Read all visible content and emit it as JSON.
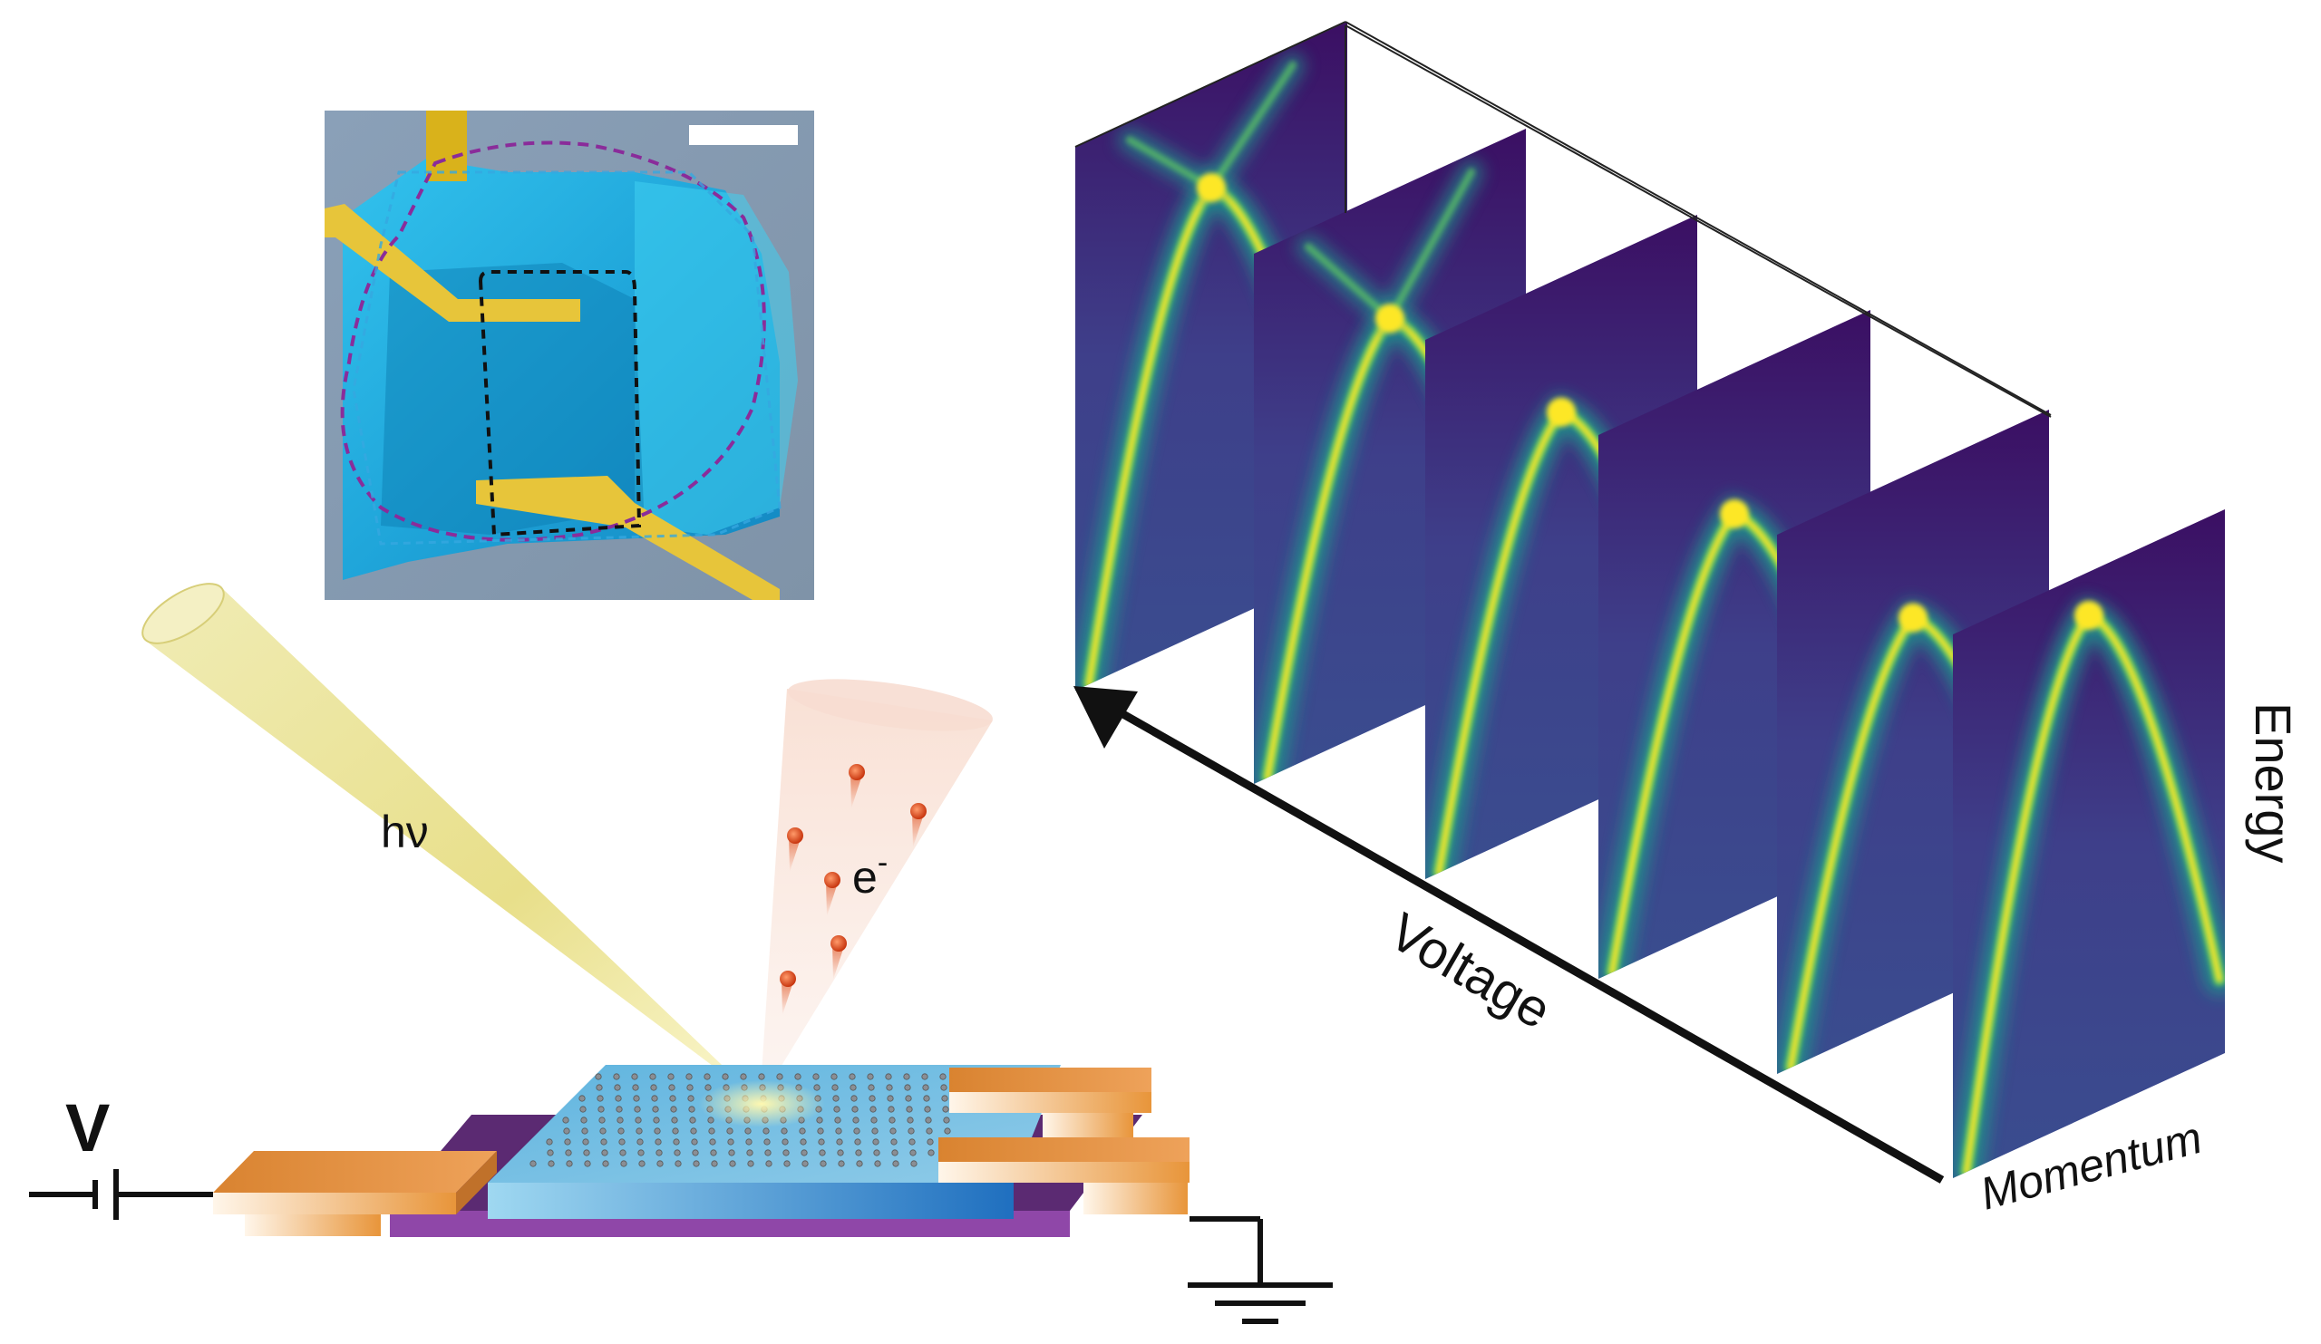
{
  "labels": {
    "photon": "hν",
    "electron": "e",
    "electron_charge": "-",
    "bias": "V",
    "voltage_axis": "Voltage",
    "energy_axis": "Energy",
    "momentum_axis": "Momentum"
  },
  "colors": {
    "spectrum_bg": "#43126b",
    "spectrum_band": "#fde725",
    "spectrum_glow": "#21918c",
    "electrode": "#e8953a",
    "substrate": "#7d3a9a",
    "sample": "#3fa8d8",
    "beam": "#e9e39a",
    "electron_cone": "#f6d4c6",
    "electron_dot": "#d8441c"
  },
  "panels": [
    {
      "name": "spectrum-panel-1",
      "apex_y": 0.19,
      "dirac": true
    },
    {
      "name": "spectrum-panel-2",
      "apex_y": 0.24,
      "dirac": true
    },
    {
      "name": "spectrum-panel-3",
      "apex_y": 0.25,
      "dirac": false
    },
    {
      "name": "spectrum-panel-4",
      "apex_y": 0.26,
      "dirac": false
    },
    {
      "name": "spectrum-panel-5",
      "apex_y": 0.27,
      "dirac": false
    },
    {
      "name": "spectrum-panel-6",
      "apex_y": 0.08,
      "dirac": false
    }
  ]
}
